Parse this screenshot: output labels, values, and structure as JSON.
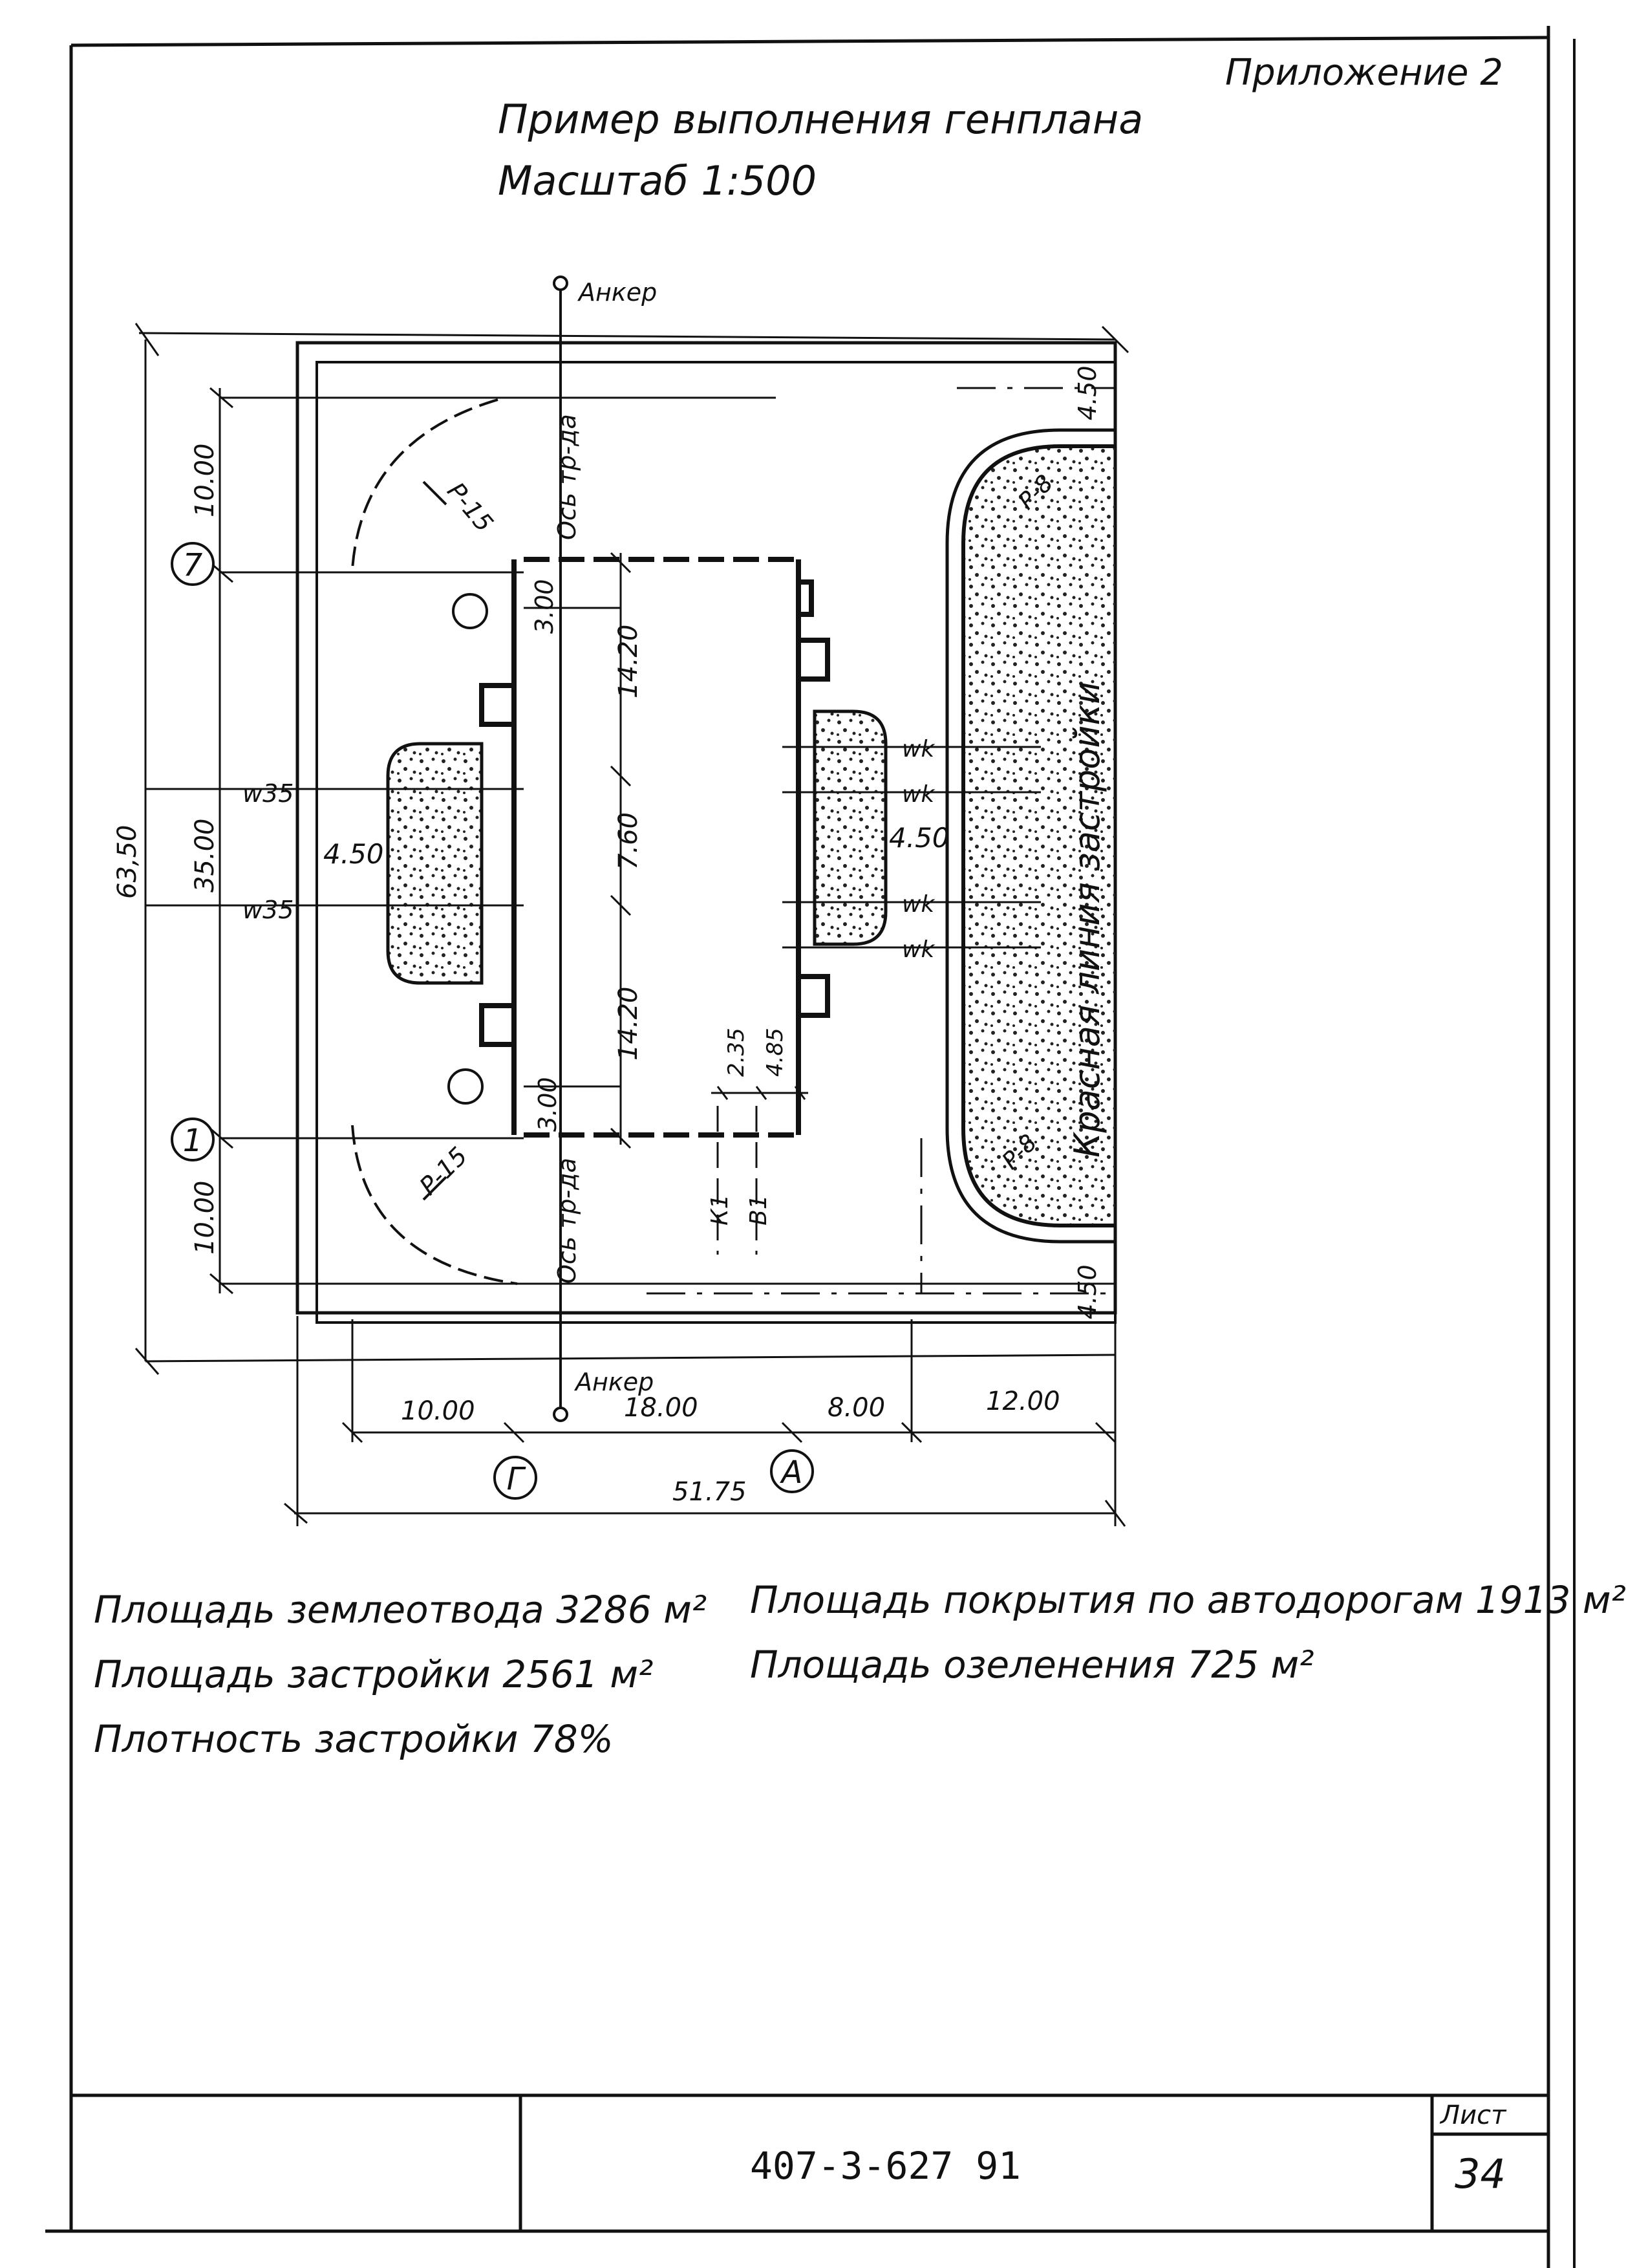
{
  "header": {
    "appendix": "Приложение 2",
    "title": "Пример выполнения генплана",
    "scale": "Масштаб 1:500"
  },
  "plan": {
    "anchor_top": "Анкер",
    "anchor_bottom": "Анкер",
    "pipe_axis": "Ось тр-да",
    "red_line": "Красная линия застройки",
    "radius_15": "Р-15",
    "radius_8": "Р-8",
    "axis_7": "7",
    "axis_1": "1",
    "axis_g": "Г",
    "axis_a": "А",
    "dim_overall_h": "63,50",
    "dim_35": "35.00",
    "dim_10": "10.00",
    "dim_1420": "14.20",
    "dim_760": "7.60",
    "dim_300": "3.00",
    "dim_450": "4.50",
    "dim_235": "2.35",
    "dim_485": "4.85",
    "dim_bottom_10": "10.00",
    "dim_bottom_18": "18.00",
    "dim_bottom_8": "8.00",
    "dim_bottom_12": "12.00",
    "dim_overall_w": "51.75",
    "w35": "w35",
    "wk": "wk",
    "k1": "К1",
    "b1": "В1"
  },
  "summary": {
    "land_area": "Площадь землеотвода  3286 м²",
    "building_area": "Площадь застройки     2561 м²",
    "density": "Плотность застройки 78%",
    "road_area": "Площадь покрытия по автодорогам 1913 м²",
    "green_area": "Площадь озеленения  725 м²"
  },
  "stamp": {
    "code": "407-3-627   91",
    "sheet_label": "Лист",
    "sheet_number": "34"
  }
}
